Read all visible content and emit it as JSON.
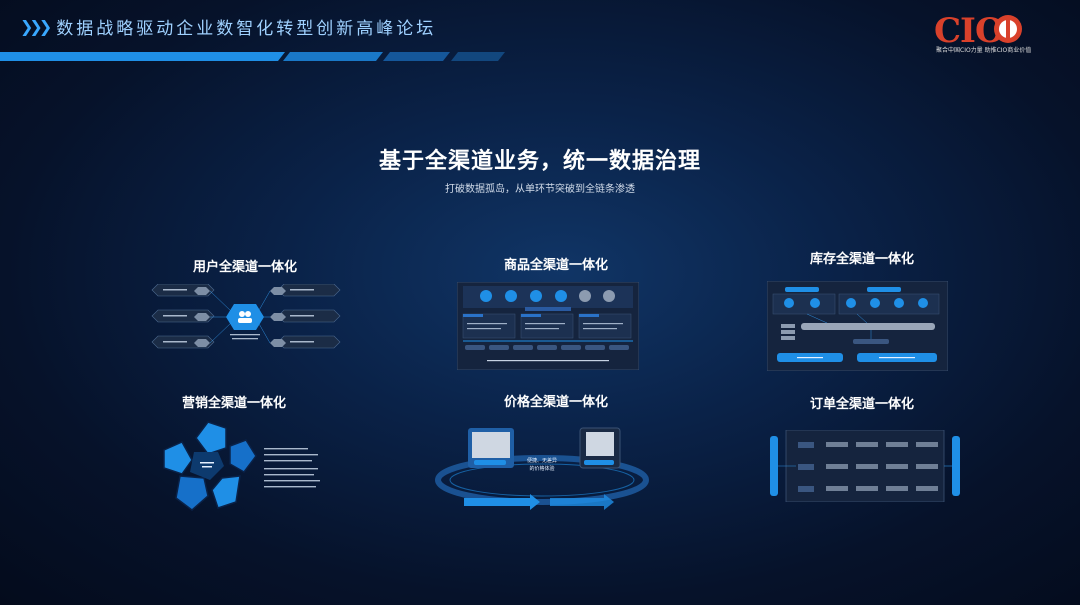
{
  "banner": {
    "title": "数据战略驱动企业数智化转型创新高峰论坛",
    "logo_text": "CIO",
    "logo_subtitle": "聚合中国CIO力量  助推CIO商业价值"
  },
  "colors": {
    "accent": "#1f8fe6",
    "logo_red": "#d9412b",
    "background": "#0a2248"
  },
  "main_title": "基于全渠道业务，统一数据治理",
  "subtitle": "打破数据孤岛，从单环节突破到全链条渗透",
  "sections": {
    "user": {
      "title": "用户全渠道一体化"
    },
    "product": {
      "title": "商品全渠道一体化"
    },
    "inventory": {
      "title": "库存全渠道一体化"
    },
    "marketing": {
      "title": "营销全渠道一体化"
    },
    "price": {
      "title": "价格全渠道一体化",
      "center_text": [
        "便捷、无差异",
        "的价格体验"
      ]
    },
    "order": {
      "title": "订单全渠道一体化"
    }
  }
}
